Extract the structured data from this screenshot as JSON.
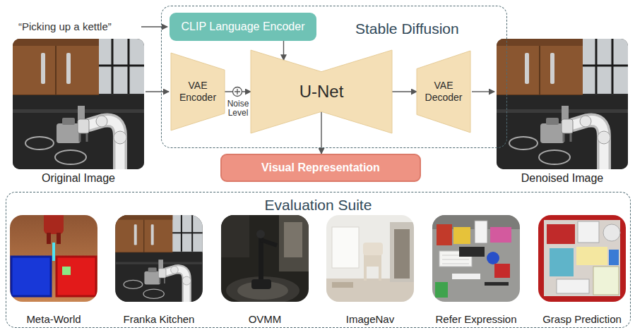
{
  "diagram": {
    "nodes": [
      {
        "text": [
          "Stable Diffusion"
        ]
      },
      {
        "text": [
          "CLIP Language Encoder"
        ],
        "in": 0
      },
      {
        "text": [
          "VAE Encoder"
        ],
        "in": 0
      },
      {
        "text": [
          "U-Net"
        ],
        "in": 0
      },
      {
        "text": [
          "VAE Decoder"
        ],
        "in": 0
      },
      {
        "text": [
          "Visual Representation"
        ]
      },
      {
        "text": [
          "Evaluation Suite"
        ]
      }
    ],
    "edges": [
      {
        "from": 1,
        "to": 3,
        "arrow": "to"
      },
      {
        "from": 2,
        "to": 3,
        "arrow": "to"
      },
      {
        "from": 3,
        "to": 4,
        "arrow": "to"
      },
      {
        "from": 3,
        "to": 5,
        "arrow": "to"
      }
    ],
    "labels": [
      "“Picking up a kettle”",
      "Noise Level",
      "Original Image",
      "Denoised Image",
      "Meta-World",
      "Franka Kitchen",
      "OVMM",
      "ImageNav",
      "Refer Expression",
      "Grasp Prediction"
    ]
  }
}
